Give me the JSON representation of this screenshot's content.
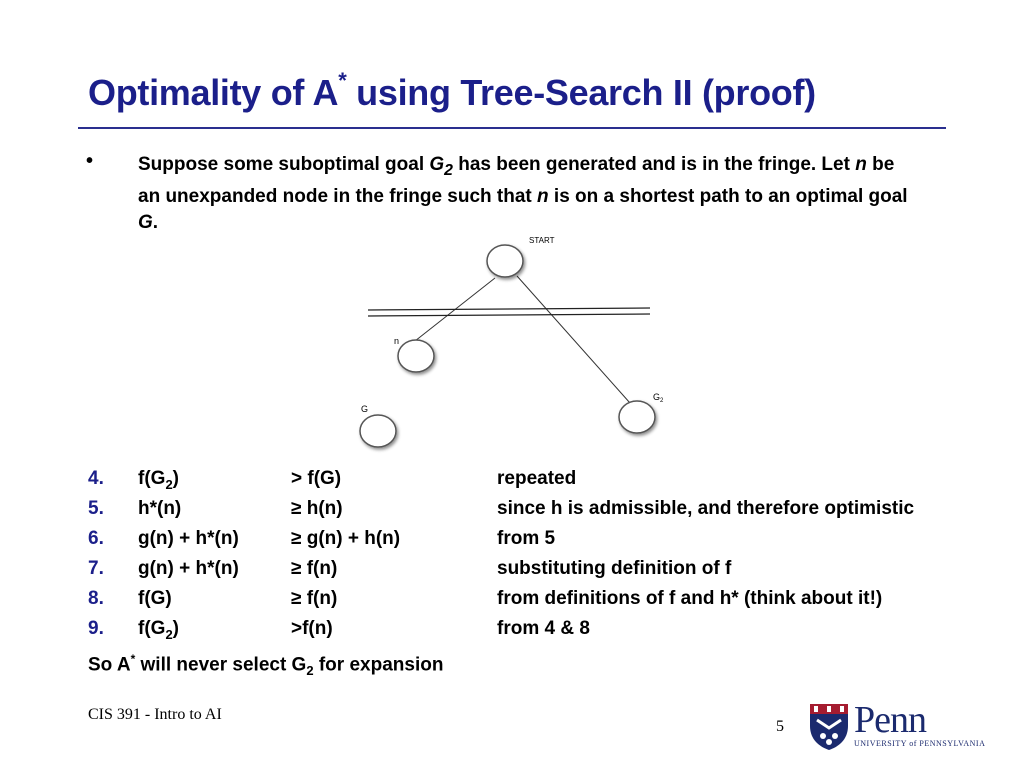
{
  "title": {
    "main": "Optimality of A",
    "sup": "*",
    "rest": " using Tree-Search II (proof)"
  },
  "bullet": {
    "symbol": "•",
    "p1": "Suppose some suboptimal goal ",
    "g2": "G",
    "g2_sub": "2",
    "p2": " has been generated and is in the fringe. Let ",
    "n1": "n",
    "p3": " be an unexpanded node in the fringe such that ",
    "n2": "n",
    "p4": " is on a shortest path to an optimal goal ",
    "g": "G",
    "p5": "."
  },
  "diagram": {
    "labels": {
      "start": "START",
      "n": "n",
      "g": "G",
      "g2": "G",
      "g2_sub": "2"
    }
  },
  "steps": [
    {
      "num": "4.",
      "lhs": "f(G",
      "lhs_sub": "2",
      "lhs_end": ")",
      "rel": "> f(G)",
      "reason": "repeated"
    },
    {
      "num": "5.",
      "lhs": "h*(n)",
      "lhs_sub": "",
      "lhs_end": "",
      "rel": "≥ h(n)",
      "reason": "since h is admissible, and therefore optimistic"
    },
    {
      "num": "6.",
      "lhs": "g(n) + h*(n)",
      "lhs_sub": "",
      "lhs_end": "",
      "rel": "≥ g(n) + h(n)",
      "reason": "from 5"
    },
    {
      "num": "7.",
      "lhs": "g(n) + h*(n)",
      "lhs_sub": "",
      "lhs_end": "",
      "rel": "≥ f(n)",
      "reason": "substituting definition of f"
    },
    {
      "num": "8.",
      "lhs": "f(G)",
      "lhs_sub": "",
      "lhs_end": "",
      "rel": "≥ f(n)",
      "reason": "from definitions of f and h* (think about it!)"
    },
    {
      "num": "9.",
      "lhs": "f(G",
      "lhs_sub": "2",
      "lhs_end": ")",
      "rel": ">f(n)",
      "reason": "from 4 & 8"
    }
  ],
  "conclusion": {
    "p1": "So A",
    "sup": "*",
    "p2": " will never select G",
    "sub": "2",
    "p3": " for expansion"
  },
  "footer": {
    "course": "CIS 391 - Intro to AI",
    "page": "5"
  },
  "logo": {
    "wordmark": "Penn",
    "university": "UNIVERSITY of PENNSYLVANIA"
  },
  "colors": {
    "title": "#1b1f8a",
    "rule": "#2a2f8f",
    "step_number": "#1b1f8a",
    "shield_red": "#a51c30",
    "shield_blue": "#1b2a6e"
  }
}
